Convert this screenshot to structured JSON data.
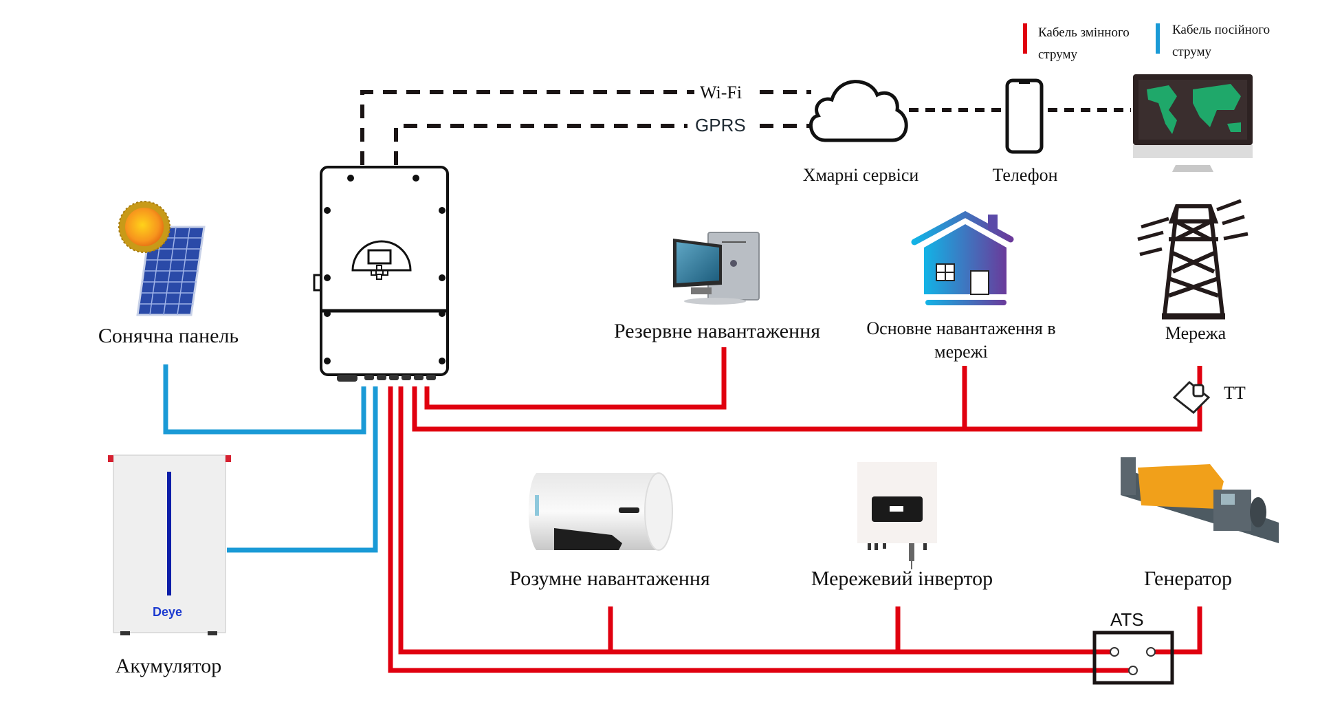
{
  "legend": {
    "ac_cable": {
      "label_line1": "Кабель змінного",
      "label_line2": "струму",
      "color": "#e0000f"
    },
    "dc_cable": {
      "label_line1": "Кабель посійного",
      "label_line2": "струму",
      "color": "#1a9ad6"
    }
  },
  "communication": {
    "wifi_label": "Wi-Fi",
    "gprs_label": "GPRS",
    "cloud_label": "Хмарні сервіси",
    "phone_label": "Телефон"
  },
  "components": {
    "solar_panel": "Сонячна панель",
    "battery": "Акумулятор",
    "battery_brand": "Deye",
    "backup_load": "Резервне навантаження",
    "main_load_line1": "Основне навантаження в",
    "main_load_line2": "мережі",
    "grid": "Мережа",
    "ct": "ТТ",
    "smart_load": "Розумне навантаження",
    "grid_inverter": "Мережевий інвертор",
    "generator": "Генератор",
    "ats": "ATS"
  },
  "colors": {
    "ac": "#e0000f",
    "dc": "#1a9ad6",
    "comm": "#1a1414"
  }
}
